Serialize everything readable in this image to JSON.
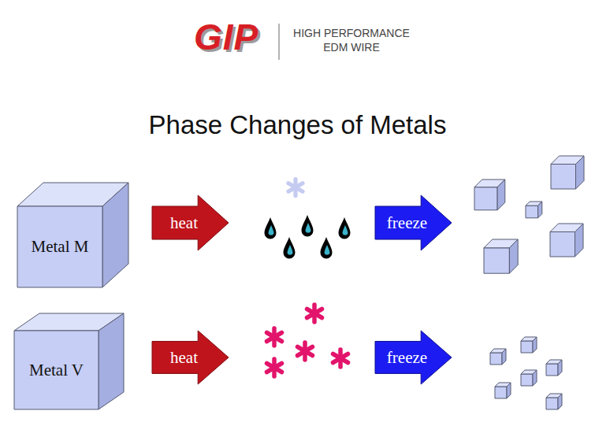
{
  "diagram": {
    "title": "Phase Changes of Metals",
    "nodes": [
      {
        "text": [
          "Metal M"
        ]
      },
      {
        "text": [
          "heat"
        ]
      },
      {
        "text": [
          "freeze"
        ]
      },
      {
        "text": [
          "Metal V"
        ]
      },
      {
        "text": [
          "heat"
        ]
      },
      {
        "text": [
          "freeze"
        ]
      }
    ],
    "labels": [
      "GIP",
      "HIGH PERFORMANCE EDM WIRE"
    ]
  }
}
